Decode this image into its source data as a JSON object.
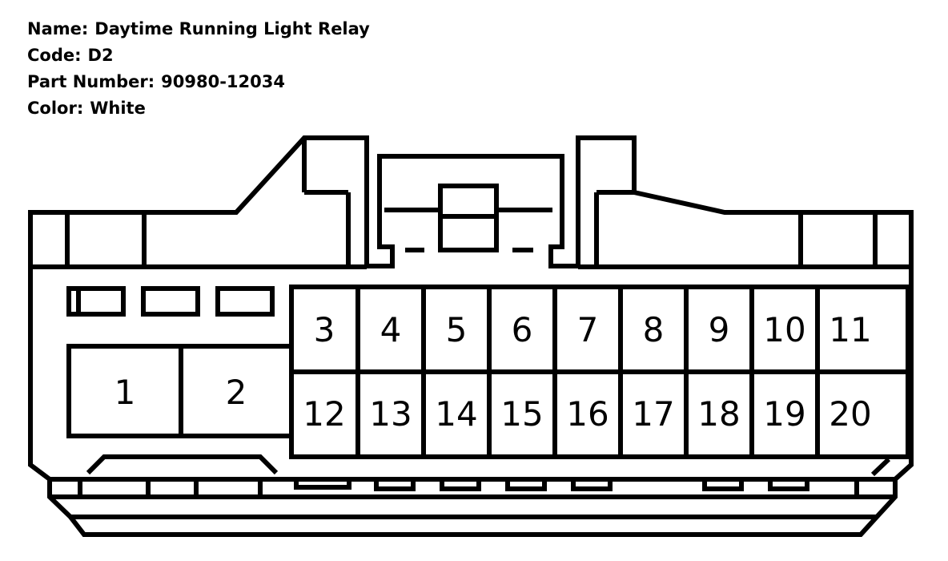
{
  "info": {
    "name_label": "Name:",
    "name_value": "Daytime Running Light Relay",
    "code_label": "Code:",
    "code_value": "D2",
    "part_label": "Part Number:",
    "part_value": "90980-12034",
    "color_label": "Color:",
    "color_value": "White"
  },
  "pins": [
    "1",
    "2",
    "3",
    "4",
    "5",
    "6",
    "7",
    "8",
    "9",
    "10",
    "11",
    "12",
    "13",
    "14",
    "15",
    "16",
    "17",
    "18",
    "19",
    "20"
  ],
  "colors": {
    "stroke": "#000000",
    "background": "#ffffff"
  }
}
